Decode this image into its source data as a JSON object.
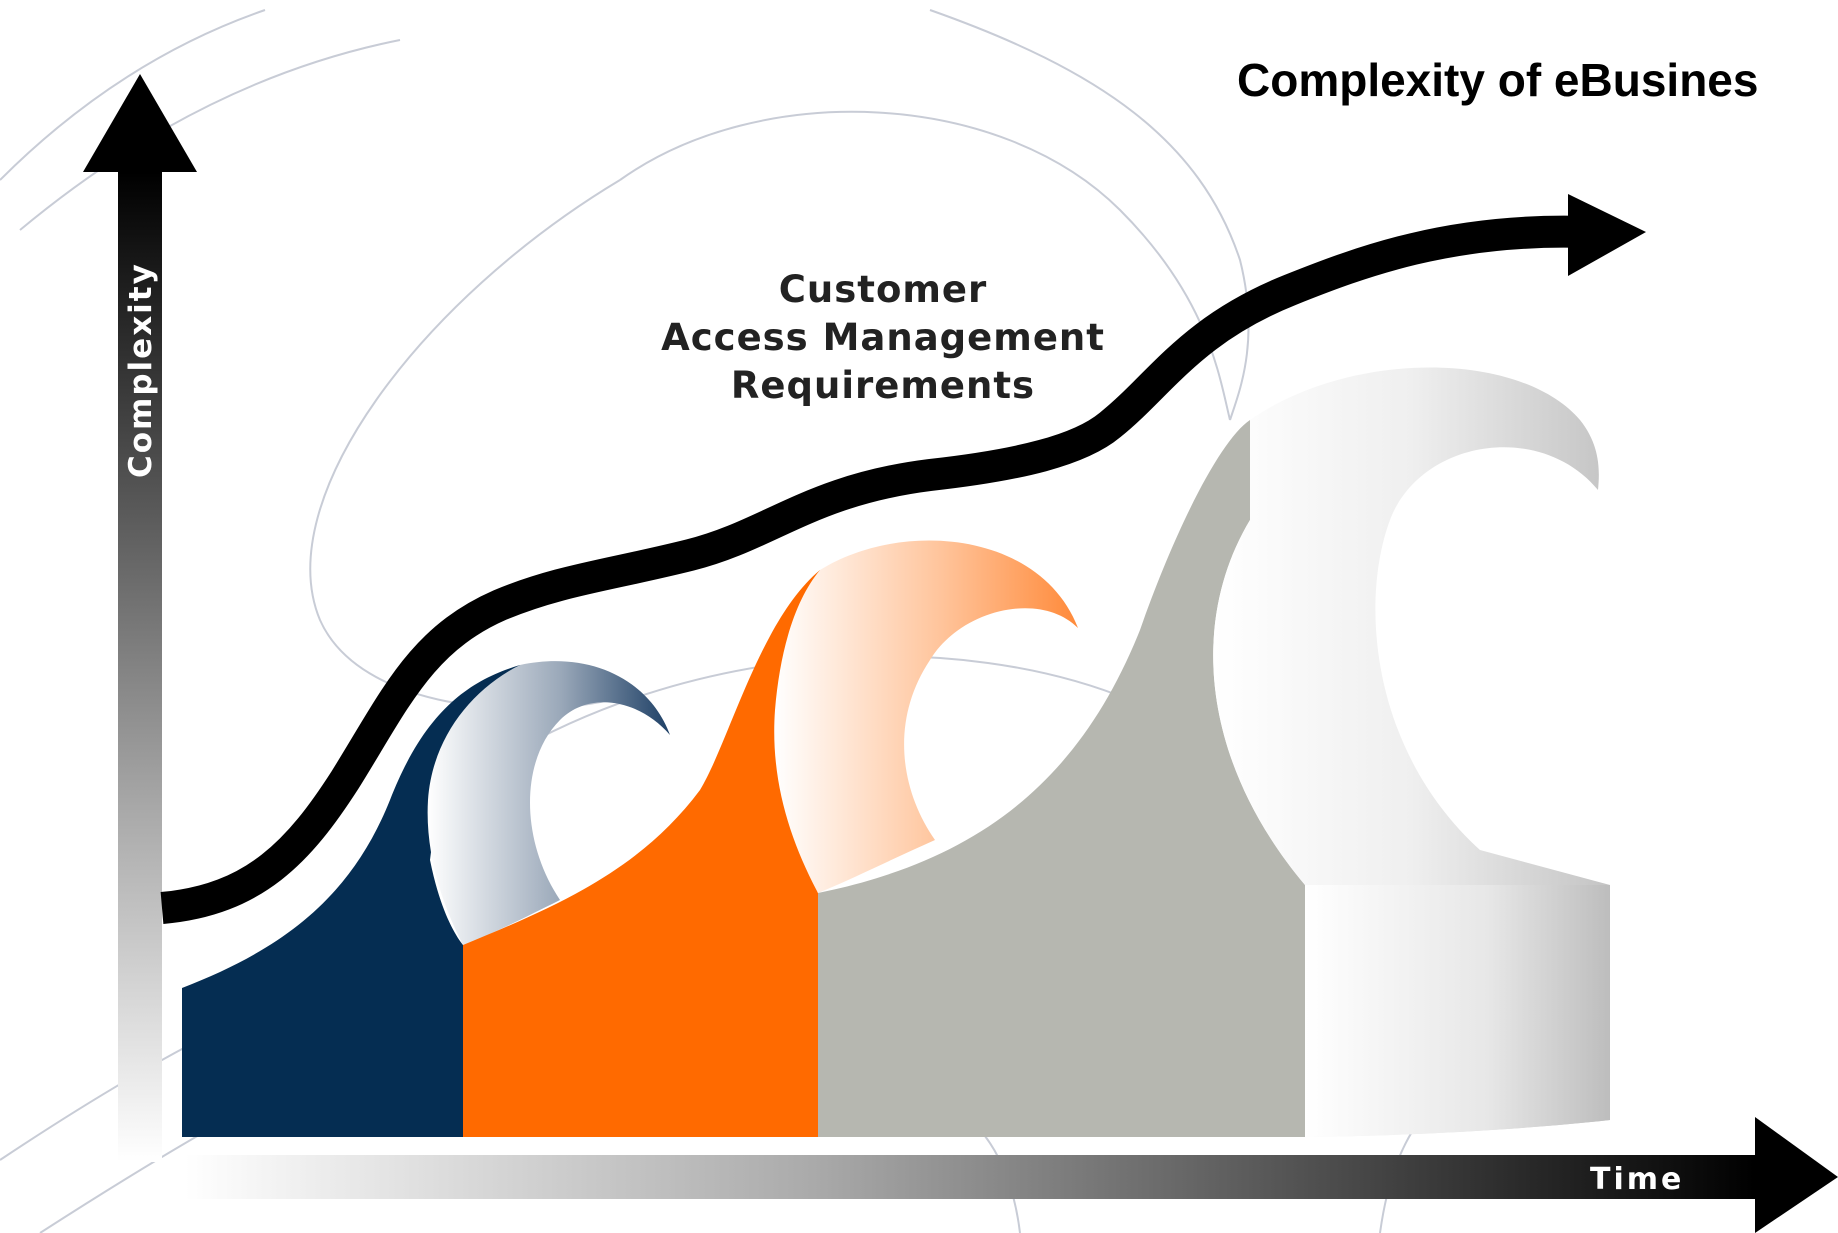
{
  "title": "Complexity of eBusines",
  "curve_label": {
    "line1": "Customer",
    "line2": "Access Management",
    "line3": "Requirements"
  },
  "axes": {
    "y_label": "Complexity",
    "x_label": "Time"
  },
  "colors": {
    "wave_navy": "#052d52",
    "wave_orange": "#ff6a00",
    "wave_gray": "#b6b7b0",
    "curve": "#000000",
    "background_lines": "#c8ccd6"
  }
}
